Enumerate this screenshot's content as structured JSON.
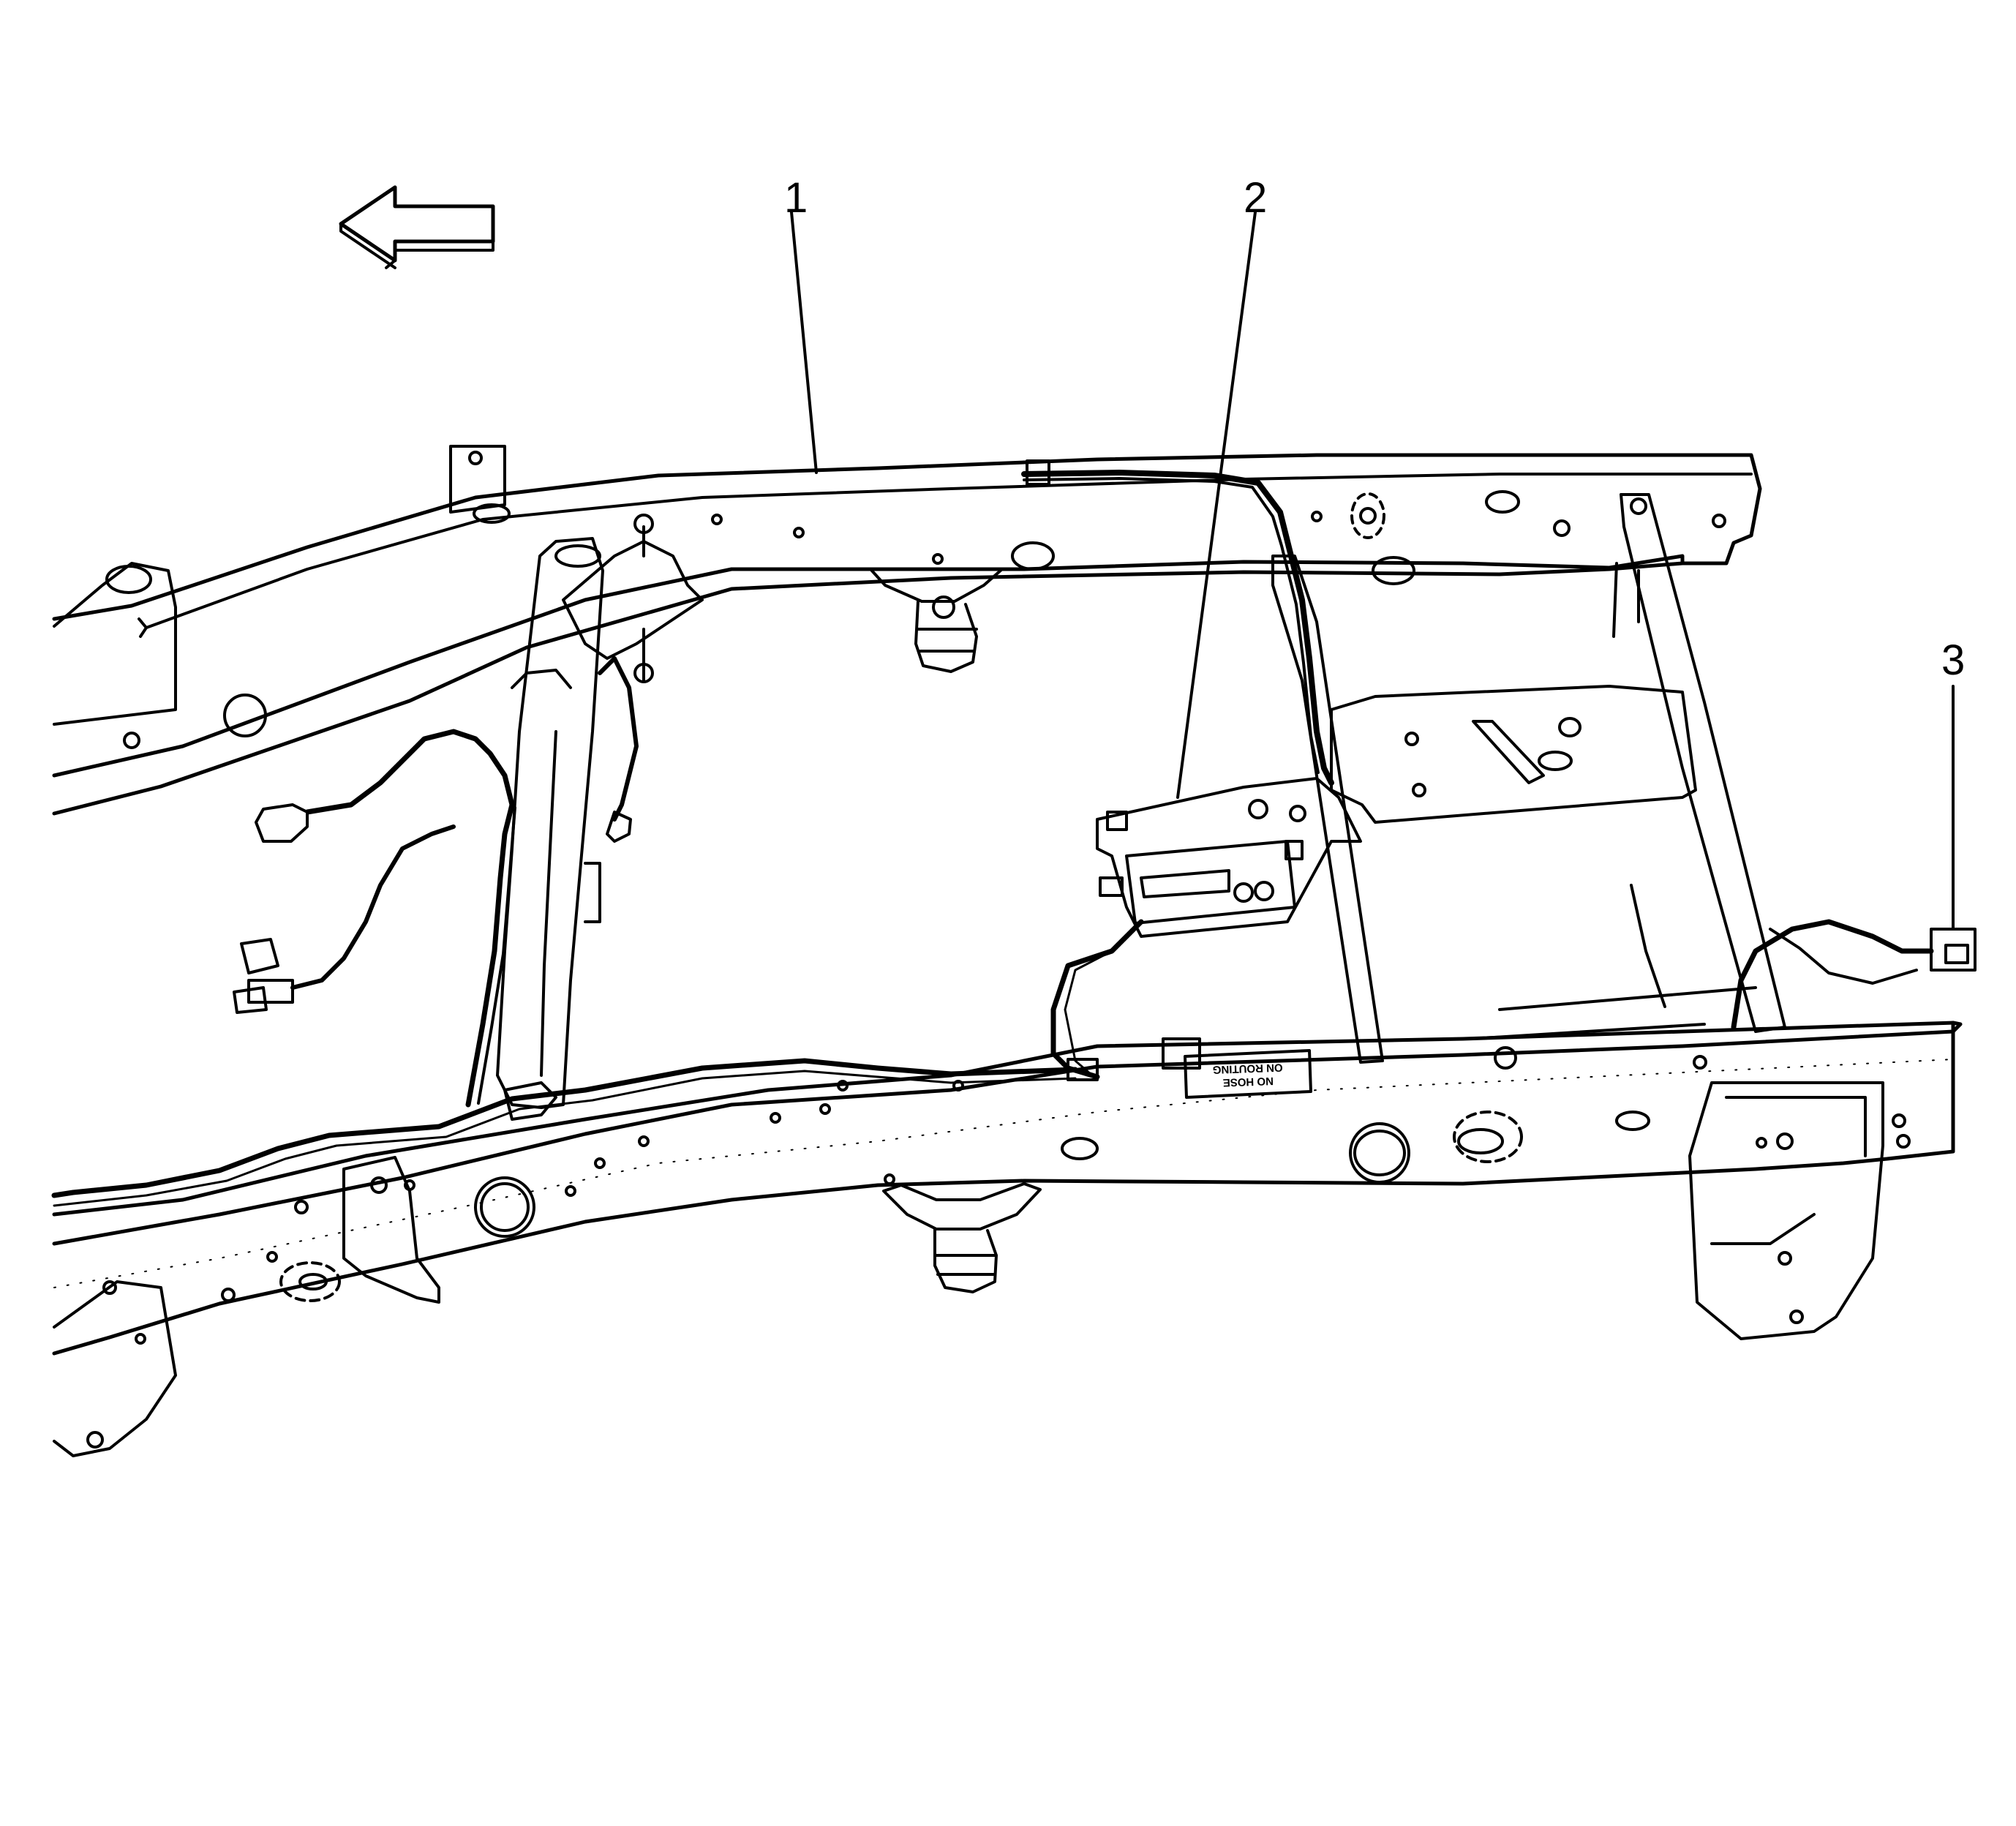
{
  "diagram": {
    "callouts": [
      {
        "id": "callout-1",
        "label": "1"
      },
      {
        "id": "callout-2",
        "label": "2"
      },
      {
        "id": "callout-3",
        "label": "3"
      }
    ],
    "frame_label": {
      "line1": "NO HOSE",
      "line2": "ON ROUTING"
    },
    "colors": {
      "line": "#000000",
      "background": "#ffffff"
    },
    "icons": [
      "front-direction-arrow-icon"
    ]
  }
}
